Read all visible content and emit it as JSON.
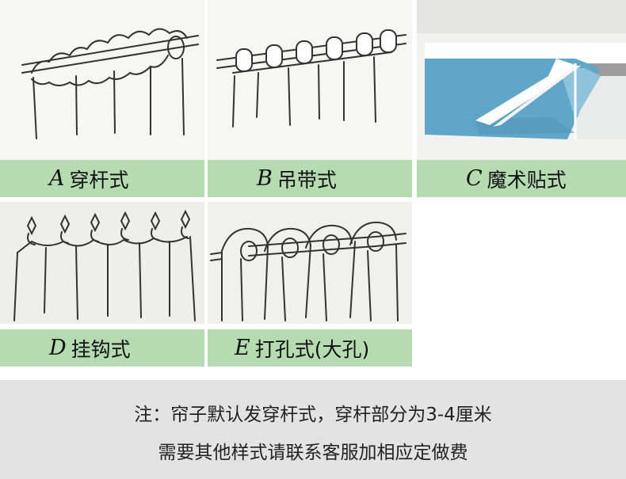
{
  "options": [
    {
      "letter": "A",
      "name": "穿杆式"
    },
    {
      "letter": "B",
      "name": "吊带式"
    },
    {
      "letter": "C",
      "name": "魔术贴式"
    },
    {
      "letter": "D",
      "name": "挂钩式"
    },
    {
      "letter": "E",
      "name": "打孔式(大孔)"
    }
  ],
  "note": {
    "line1": "注：帘子默认发穿杆式，穿杆部分为3-4厘米",
    "line2": "需要其他样式请联系客服加相应定做费"
  },
  "colors": {
    "caption_bg": "#b6dbb2",
    "footer_bg": "#e3e3e3",
    "velcro_fabric": "#5fa6c8"
  }
}
